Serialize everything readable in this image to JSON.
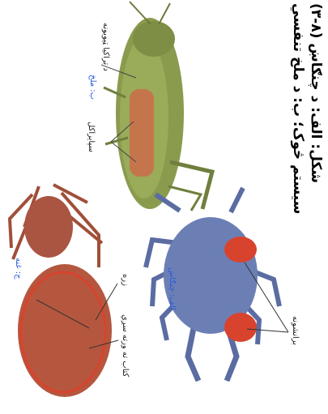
{
  "figure": {
    "caption_line1": "(۳-۸) شکل: الف: د چنګاښ",
    "caption_line2": "سیستم څوک؛ ب: د ملخ تنفسي"
  },
  "panels": {
    "grasshopper": {
      "sublabel": "ب: ملخ",
      "labels": {
        "trachea": "د تراکیا ټیوبونه",
        "spiracles": "سپایراکل"
      }
    },
    "crab": {
      "sublabel": "الف: چنګاښ",
      "labels": {
        "gills": "برانشونه"
      }
    },
    "spider": {
      "sublabel": "ج: غنه",
      "labels": {
        "trachea": "زره",
        "book_lungs": "کتاب ته ورته سږي"
      }
    }
  },
  "colors": {
    "grasshopper": "#8a9b4e",
    "crab": "#6c7fb5",
    "spider": "#b5573f",
    "organ": "#d8432e",
    "label_blue": "#2a5bd7"
  }
}
